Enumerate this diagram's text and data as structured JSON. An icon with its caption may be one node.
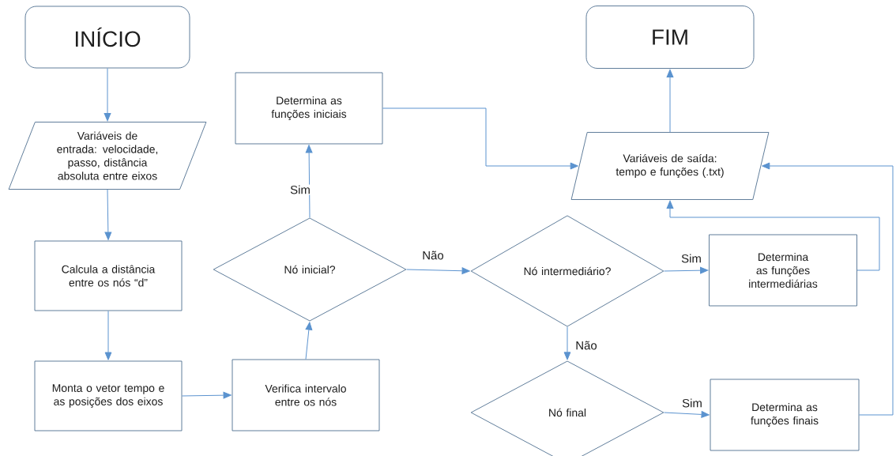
{
  "diagram": {
    "nodes": [
      {
        "text": [
          "INÍCIO"
        ]
      },
      {
        "text": [
          "Variáveis de entrada: velocidade, passo, distância absoluta entre eixos"
        ]
      },
      {
        "text": [
          "Calcula a distância entre os nós “d”"
        ]
      },
      {
        "text": [
          "Monta o vetor tempo e as posições dos eixos"
        ]
      },
      {
        "text": [
          "Verifica intervalo entre os nós"
        ]
      },
      {
        "text": [
          "Nó inicial?"
        ]
      },
      {
        "text": [
          "Determina as funções iniciais"
        ]
      },
      {
        "text": [
          "FIM"
        ]
      },
      {
        "text": [
          "Variáveis de saída: tempo e funções (.txt)"
        ]
      },
      {
        "text": [
          "Nó intermediário?"
        ]
      },
      {
        "text": [
          "Determina as funções intermediárias"
        ]
      },
      {
        "text": [
          "Nó final"
        ]
      },
      {
        "text": [
          "Determina as funções finais"
        ]
      }
    ],
    "edges": [
      {
        "from": 0,
        "to": 1,
        "arrow": "to"
      },
      {
        "from": 1,
        "to": 2,
        "arrow": "to"
      },
      {
        "from": 2,
        "to": 3,
        "arrow": "to"
      },
      {
        "from": 3,
        "to": 4,
        "arrow": "to"
      },
      {
        "from": 4,
        "to": 5,
        "arrow": "to"
      },
      {
        "from": 5,
        "to": 6,
        "arrow": "to",
        "label": "Sim"
      },
      {
        "from": 6,
        "to": 8,
        "arrow": "to"
      },
      {
        "from": 8,
        "to": 7,
        "arrow": "to"
      },
      {
        "from": 5,
        "to": 9,
        "arrow": "to",
        "label": "Não"
      },
      {
        "from": 9,
        "to": 10,
        "arrow": "to",
        "label": "Sim"
      },
      {
        "from": 9,
        "to": 11,
        "arrow": "to",
        "label": "Não"
      },
      {
        "from": 11,
        "to": 12,
        "arrow": "to",
        "label": "Sim"
      },
      {
        "from": 10,
        "to": 8,
        "arrow": "to"
      },
      {
        "from": 12,
        "to": 8,
        "arrow": "to"
      }
    ]
  }
}
